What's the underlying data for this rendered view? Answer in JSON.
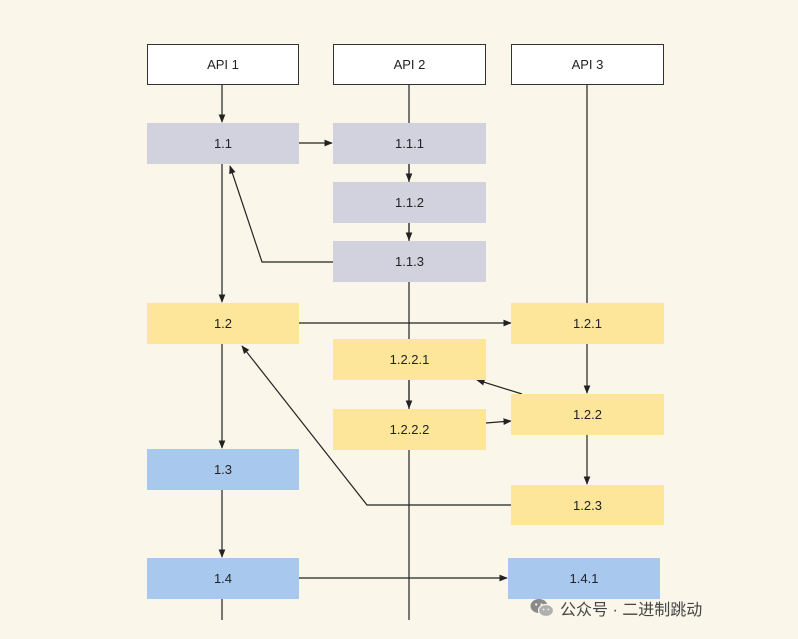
{
  "headers": {
    "api1": "API 1",
    "api2": "API 2",
    "api3": "API 3"
  },
  "nodes": {
    "n1_1": "1.1",
    "n1_1_1": "1.1.1",
    "n1_1_2": "1.1.2",
    "n1_1_3": "1.1.3",
    "n1_2": "1.2",
    "n1_2_1": "1.2.1",
    "n1_2_2_1": "1.2.2.1",
    "n1_2_2": "1.2.2",
    "n1_2_2_2": "1.2.2.2",
    "n1_3": "1.3",
    "n1_2_3": "1.2.3",
    "n1_4": "1.4",
    "n1_4_1": "1.4.1"
  },
  "colors": {
    "background": "#faf7ea",
    "grey_step": "#d2d2de",
    "yellow_step": "#fde69a",
    "blue_step": "#a8c8ee",
    "line": "#222222"
  },
  "watermark": {
    "icon": "wechat-icon",
    "text": "公众号 · 二进制跳动"
  }
}
